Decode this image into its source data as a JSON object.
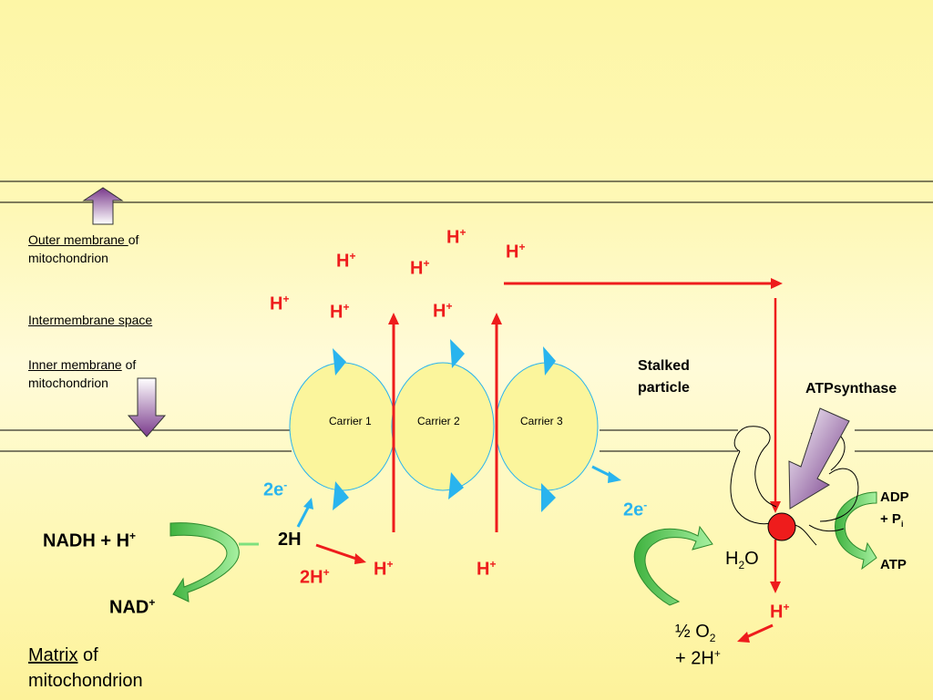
{
  "labels": {
    "outer_membrane": "Outer membrane ",
    "outer_membrane_of": "of",
    "outer_membrane_2": "mitochondrion",
    "intermembrane_space": "Intermembrane space",
    "inner_membrane": "Inner membrane",
    "inner_membrane_of": " of",
    "inner_membrane_2": "mitochondrion",
    "matrix": "Matrix",
    "matrix_of": " of",
    "matrix_2": "mitochondrion",
    "stalked_1": "Stalked",
    "stalked_2": "particle",
    "atp_synthase": "ATPsynthase",
    "adp_1": "ADP",
    "adp_2": "+ P",
    "adp_sub": "i",
    "atp": "ATP",
    "nadh": "NADH + H",
    "nad": "NAD",
    "two_h": "2H",
    "water_1": "H",
    "water_sub": "2",
    "water_2": "O",
    "half_o2_1": "½ O",
    "half_o2_sub": "2",
    "half_o2_2": "+ 2H",
    "plus": "+",
    "minus": "-"
  },
  "carriers": [
    "Carrier 1",
    "Carrier 2",
    "Carrier 3"
  ],
  "protons": {
    "h": "H",
    "two_h_plus": "2H"
  },
  "electrons": {
    "two_e": "2e"
  },
  "colors": {
    "proton_red": "#ee1c1c",
    "electron_cyan": "#29b4ee",
    "carrier_fill": "#fbf59c",
    "arrow_green": "#5fd05f",
    "arrow_purple": "#7a3a8c",
    "particle_red": "#ee1c1c"
  }
}
